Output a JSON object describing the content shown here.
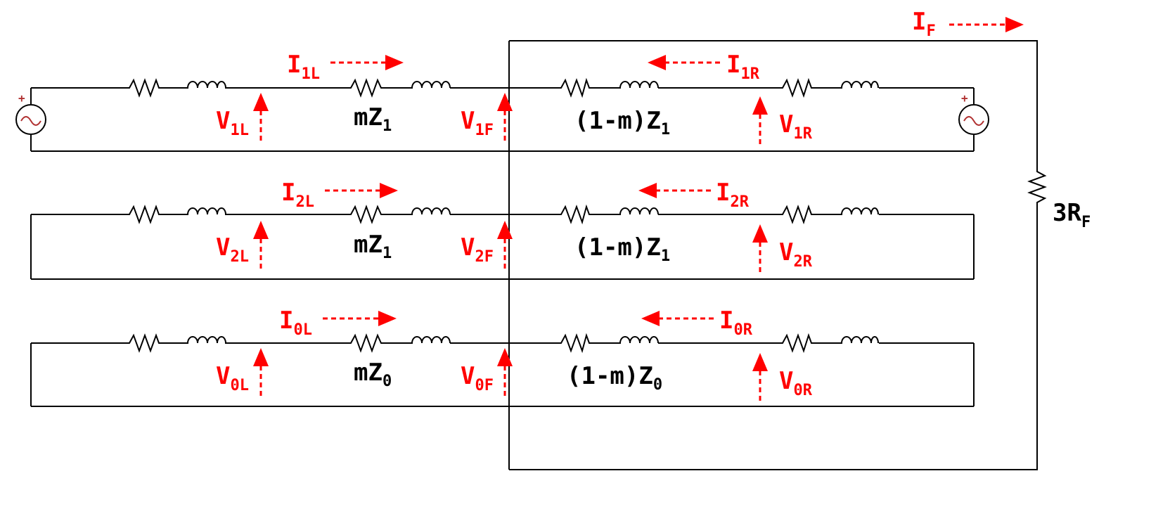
{
  "colors": {
    "wire": "#000000",
    "annotation": "#ff0000",
    "source": "#b03030"
  },
  "sources": {
    "polarity": "+"
  },
  "fault": {
    "current": {
      "main": "I",
      "sub": "F"
    },
    "resistance": {
      "main": "3R",
      "sub": "F"
    }
  },
  "sequences": [
    {
      "current_left": {
        "main": "I",
        "sub": "1L"
      },
      "current_right": {
        "main": "I",
        "sub": "1R"
      },
      "voltage_left": {
        "main": "V",
        "sub": "1L"
      },
      "voltage_fault": {
        "main": "V",
        "sub": "1F"
      },
      "voltage_right": {
        "main": "V",
        "sub": "1R"
      },
      "impedance_left": {
        "main": "mZ",
        "sub": "1"
      },
      "impedance_right": {
        "main": "(1-m)Z",
        "sub": "1"
      }
    },
    {
      "current_left": {
        "main": "I",
        "sub": "2L"
      },
      "current_right": {
        "main": "I",
        "sub": "2R"
      },
      "voltage_left": {
        "main": "V",
        "sub": "2L"
      },
      "voltage_fault": {
        "main": "V",
        "sub": "2F"
      },
      "voltage_right": {
        "main": "V",
        "sub": "2R"
      },
      "impedance_left": {
        "main": "mZ",
        "sub": "1"
      },
      "impedance_right": {
        "main": "(1-m)Z",
        "sub": "1"
      }
    },
    {
      "current_left": {
        "main": "I",
        "sub": "0L"
      },
      "current_right": {
        "main": "I",
        "sub": "0R"
      },
      "voltage_left": {
        "main": "V",
        "sub": "0L"
      },
      "voltage_fault": {
        "main": "V",
        "sub": "0F"
      },
      "voltage_right": {
        "main": "V",
        "sub": "0R"
      },
      "impedance_left": {
        "main": "mZ",
        "sub": "0"
      },
      "impedance_right": {
        "main": "(1-m)Z",
        "sub": "0"
      }
    }
  ]
}
